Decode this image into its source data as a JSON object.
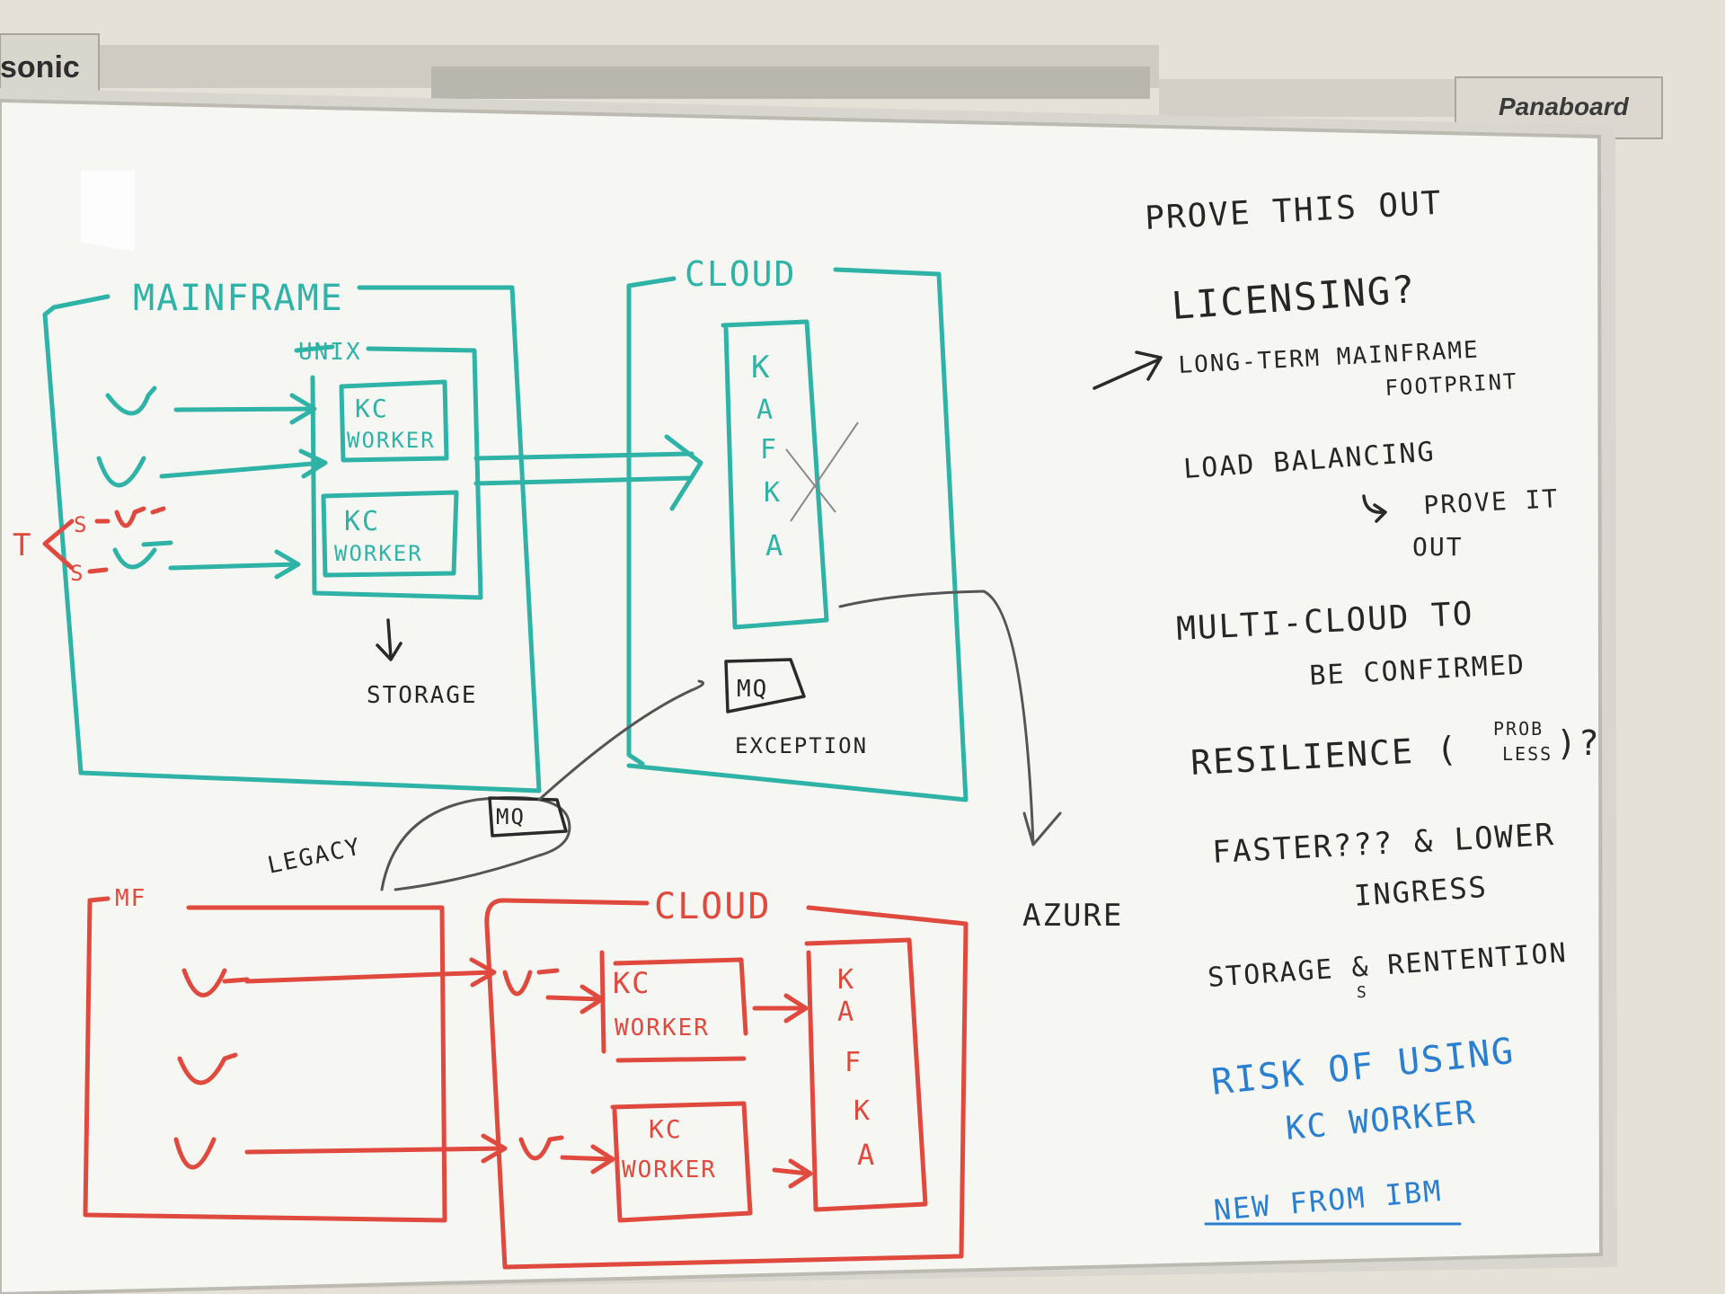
{
  "brand": {
    "left": "sonic",
    "right": "Panaboard"
  },
  "colors": {
    "teal": "#2fb3a6",
    "red": "#e04a3e",
    "black": "#262626",
    "blue": "#2a7fd0"
  },
  "top_diagram": {
    "mainframe_label": "MAINFRAME",
    "unix_label": "UNIX",
    "worker_1": {
      "line1": "KC",
      "line2": "WORKER"
    },
    "worker_2": {
      "line1": "KC",
      "line2": "WORKER"
    },
    "side_t": "T",
    "side_s1": "S",
    "side_s2": "S",
    "storage_label": "STORAGE",
    "cloud_label": "CLOUD",
    "kafka_letters": [
      "K",
      "A",
      "F",
      "K",
      "A"
    ],
    "mq_cloud": "MQ",
    "exception_label": "EXCEPTION",
    "mq_legacy": "MQ",
    "legacy_label": "LEGACY",
    "azure_label": "AZURE"
  },
  "bottom_diagram": {
    "mf_label": "MF",
    "cloud_label": "CLOUD",
    "worker_1": {
      "line1": "KC",
      "line2": "WORKER"
    },
    "worker_2": {
      "line1": "KC",
      "line2": "WORKER"
    },
    "kafka_letters": [
      "K",
      "A",
      "F",
      "K",
      "A"
    ]
  },
  "notes": {
    "prove": "PROVE THIS OUT",
    "licensing": "LICENSING?",
    "longterm_1": "LONG-TERM MAINFRAME",
    "longterm_2": "FOOTPRINT",
    "load_balancing": "LOAD BALANCING",
    "prove_it_1": "PROVE IT",
    "prove_it_2": "OUT",
    "multicloud_1": "MULTI-CLOUD TO",
    "multicloud_2": "BE CONFIRMED",
    "resilience": "RESILIENCE (",
    "prob": "PROB",
    "less": "LESS",
    "resilience_end": ")?",
    "faster_1": "FASTER??? & LOWER",
    "faster_2": "INGRESS",
    "storage_retention": "STORAGE & RENTENTION",
    "storage_s": "S",
    "risk_1": "RISK OF USING",
    "risk_2": "KC WORKER",
    "new_ibm": "NEW FROM IBM"
  }
}
